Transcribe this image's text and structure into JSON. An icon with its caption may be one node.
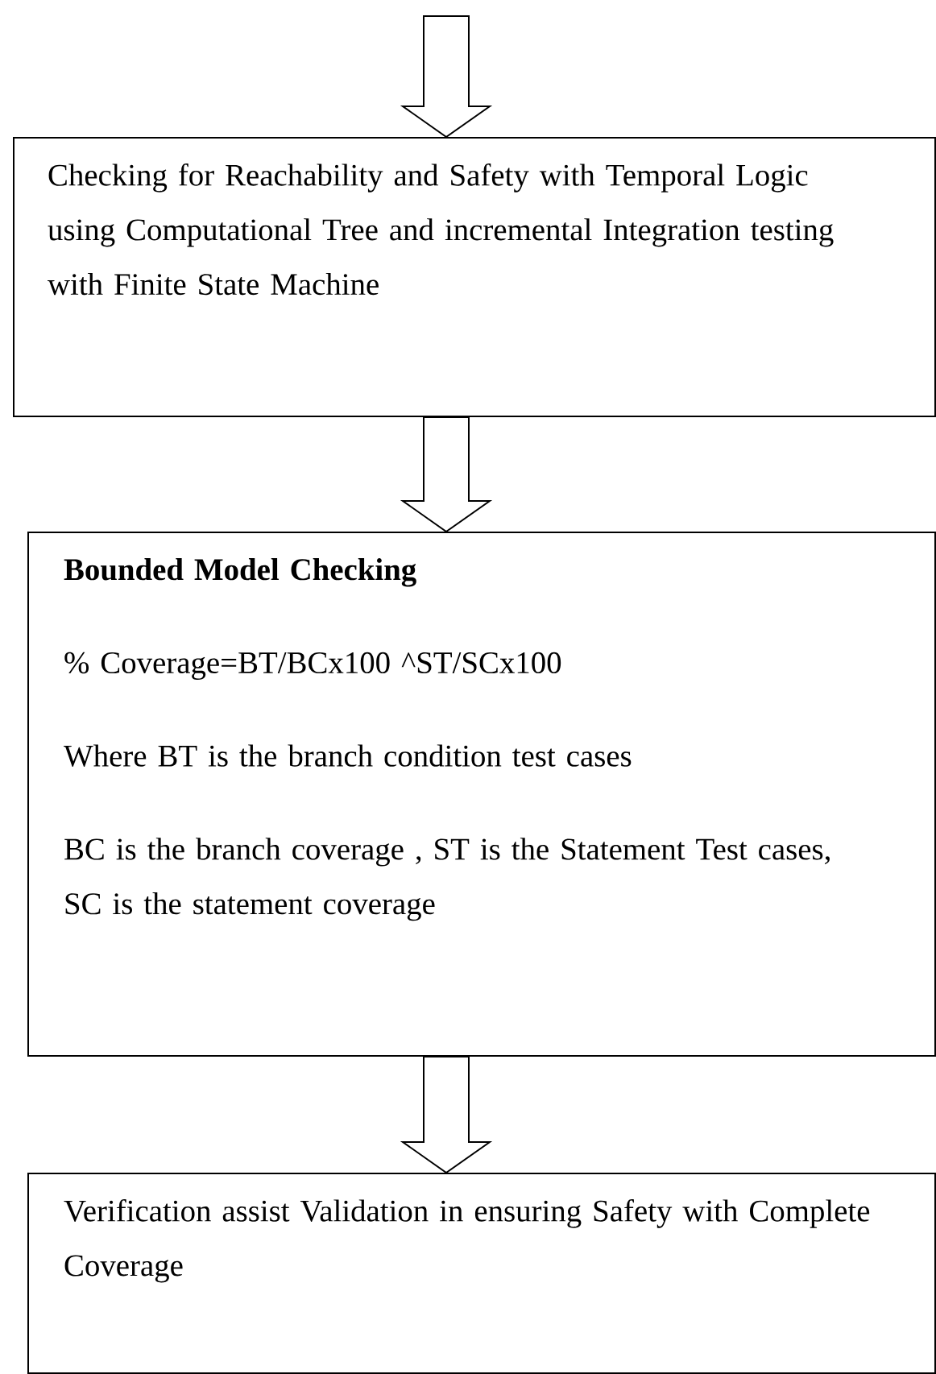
{
  "diagram": {
    "nodes": [
      {
        "text": [
          "Checking for Reachability and Safety with Temporal Logic using Computational Tree and incremental Integration testing with Finite State Machine"
        ]
      },
      {
        "text": [
          "Bounded Model Checking",
          "% Coverage=BT/BCx100 ^ST/SCx100",
          "Where BT is the branch condition test cases",
          "BC is the branch coverage , ST is the Statement Test cases, SC is the statement coverage"
        ]
      },
      {
        "text": [
          "Verification assist Validation in ensuring Safety with Complete Coverage"
        ]
      }
    ],
    "edges": [
      {
        "from": null,
        "to": 0,
        "arrow": "to"
      },
      {
        "from": 0,
        "to": 1,
        "arrow": "to"
      },
      {
        "from": 1,
        "to": 2,
        "arrow": "to"
      }
    ]
  }
}
